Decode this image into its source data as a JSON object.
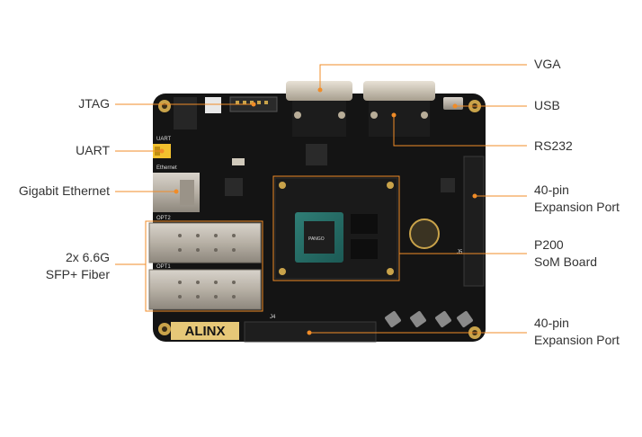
{
  "labels": {
    "vga": "VGA",
    "usb": "USB",
    "rs232": "RS232",
    "jtag": "JTAG",
    "uart": "UART",
    "gigabit": "Gigabit Ethernet",
    "sfp_line1": "2x 6.6G",
    "sfp_line2": "SFP+ Fiber",
    "exp_top_line1": "40-pin",
    "exp_top_line2": "Expansion Port",
    "som_line1": "P200",
    "som_line2": "SoM Board",
    "exp_bottom_line1": "40-pin",
    "exp_bottom_line2": "Expansion Port"
  },
  "board": {
    "brand_logo": "ALINX",
    "silkscreen": {
      "opt1": "OPT1",
      "opt2": "OPT2",
      "ethernet": "Ethernet",
      "uart": "UART",
      "j5": "J5",
      "j4": "J4",
      "chip_brand": "PANGO"
    }
  },
  "colors": {
    "callout_line": "#f08c28",
    "label_text": "#333333",
    "pcb": "#141414",
    "gold": "#c9a34a"
  }
}
